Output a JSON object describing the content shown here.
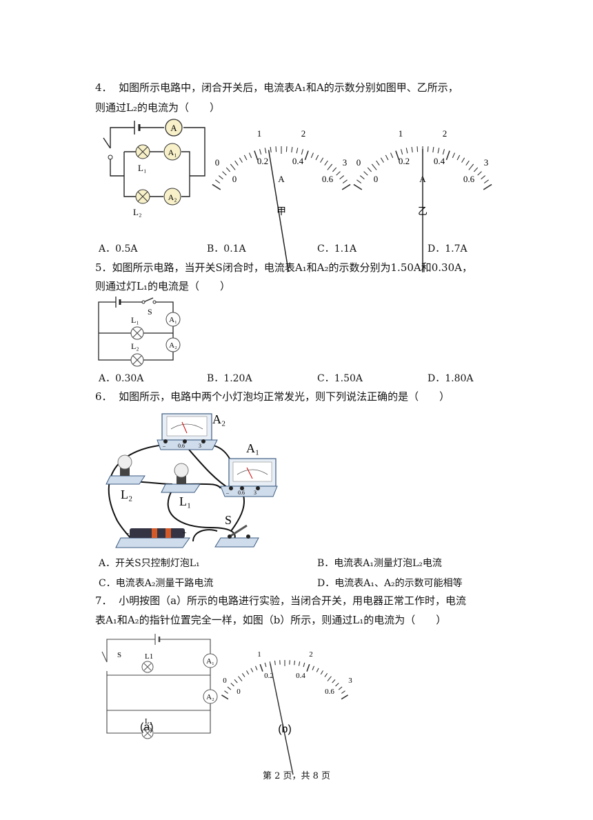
{
  "questions": [
    {
      "number": "4．",
      "stem_line1": "如图所示电路中，闭合开关后，电流表A₁和A的示数分别如图甲、乙所示，",
      "stem_line2": "则通过L₂的电流为（　　）",
      "options": [
        "A．0.5A",
        "B．0.1A",
        "C．1.1A",
        "D．1.7A"
      ],
      "figure": {
        "circuit_labels": [
          "A",
          "A₁",
          "A₂",
          "L₁",
          "L₂"
        ],
        "meter_jia": {
          "caption": "甲",
          "top_ticks": [
            "1",
            "2"
          ],
          "top_left": "0",
          "top_right": "3",
          "bottom_ticks": [
            "0.2",
            "0.4"
          ],
          "bottom_left": "0",
          "bottom_right": "0.6",
          "unit": "A",
          "reading_fraction": 0.42
        },
        "meter_yi": {
          "caption": "乙",
          "top_ticks": [
            "1",
            "2"
          ],
          "top_left": "0",
          "top_right": "3",
          "bottom_ticks": [
            "0.2",
            "0.4"
          ],
          "bottom_left": "0",
          "bottom_right": "0.6",
          "unit": "A",
          "reading_fraction": 0.5
        }
      }
    },
    {
      "number": "5．",
      "stem_line1": "如图所示电路，当开关S闭合时，电流表A₁和A₂的示数分别为1.50A和0.30A，",
      "stem_line2": "则通过灯L₁的电流是（　　）",
      "options": [
        "A．0.30A",
        "B．1.20A",
        "C．1.50A",
        "D．1.80A"
      ],
      "figure": {
        "circuit_labels": [
          "S",
          "L₁",
          "L₂",
          "A₁",
          "A₂"
        ]
      }
    },
    {
      "number": "6．",
      "stem_line1": "如图所示，电路中两个小灯泡均正常发光，则下列说法正确的是（　　）",
      "options": [
        "A．开关S只控制灯泡L₁",
        "B．电流表A₁测量灯泡L₂电流",
        "C．电流表A₂测量干路电流",
        "D．电流表A₁、A₂的示数可能相等"
      ],
      "figure": {
        "labels": [
          "A₂",
          "A₁",
          "L₂",
          "L₁",
          "S"
        ],
        "meter_ranges": [
          "–",
          "0.6",
          "3"
        ]
      }
    },
    {
      "number": "7．",
      "stem_line1": "小明按图（a）所示的电路进行实验，当闭合开关，用电器正常工作时，电流",
      "stem_line2": "表A₁和A₂的指针位置完全一样，如图（b）所示，则通过L₁的电流为（　　）",
      "figure": {
        "circuit_labels": [
          "S",
          "L1",
          "L₂",
          "A₁",
          "A₂"
        ],
        "caption_a": "(a)",
        "caption_b": "(b)",
        "meter": {
          "top_ticks": [
            "1",
            "2"
          ],
          "top_left": "0",
          "top_right": "3",
          "bottom_ticks": [
            "0.2",
            "0.4"
          ],
          "bottom_left": "0",
          "bottom_right": "0.6",
          "reading_fraction": 0.4
        }
      }
    }
  ],
  "footer": "第 2 页，共 8 页"
}
